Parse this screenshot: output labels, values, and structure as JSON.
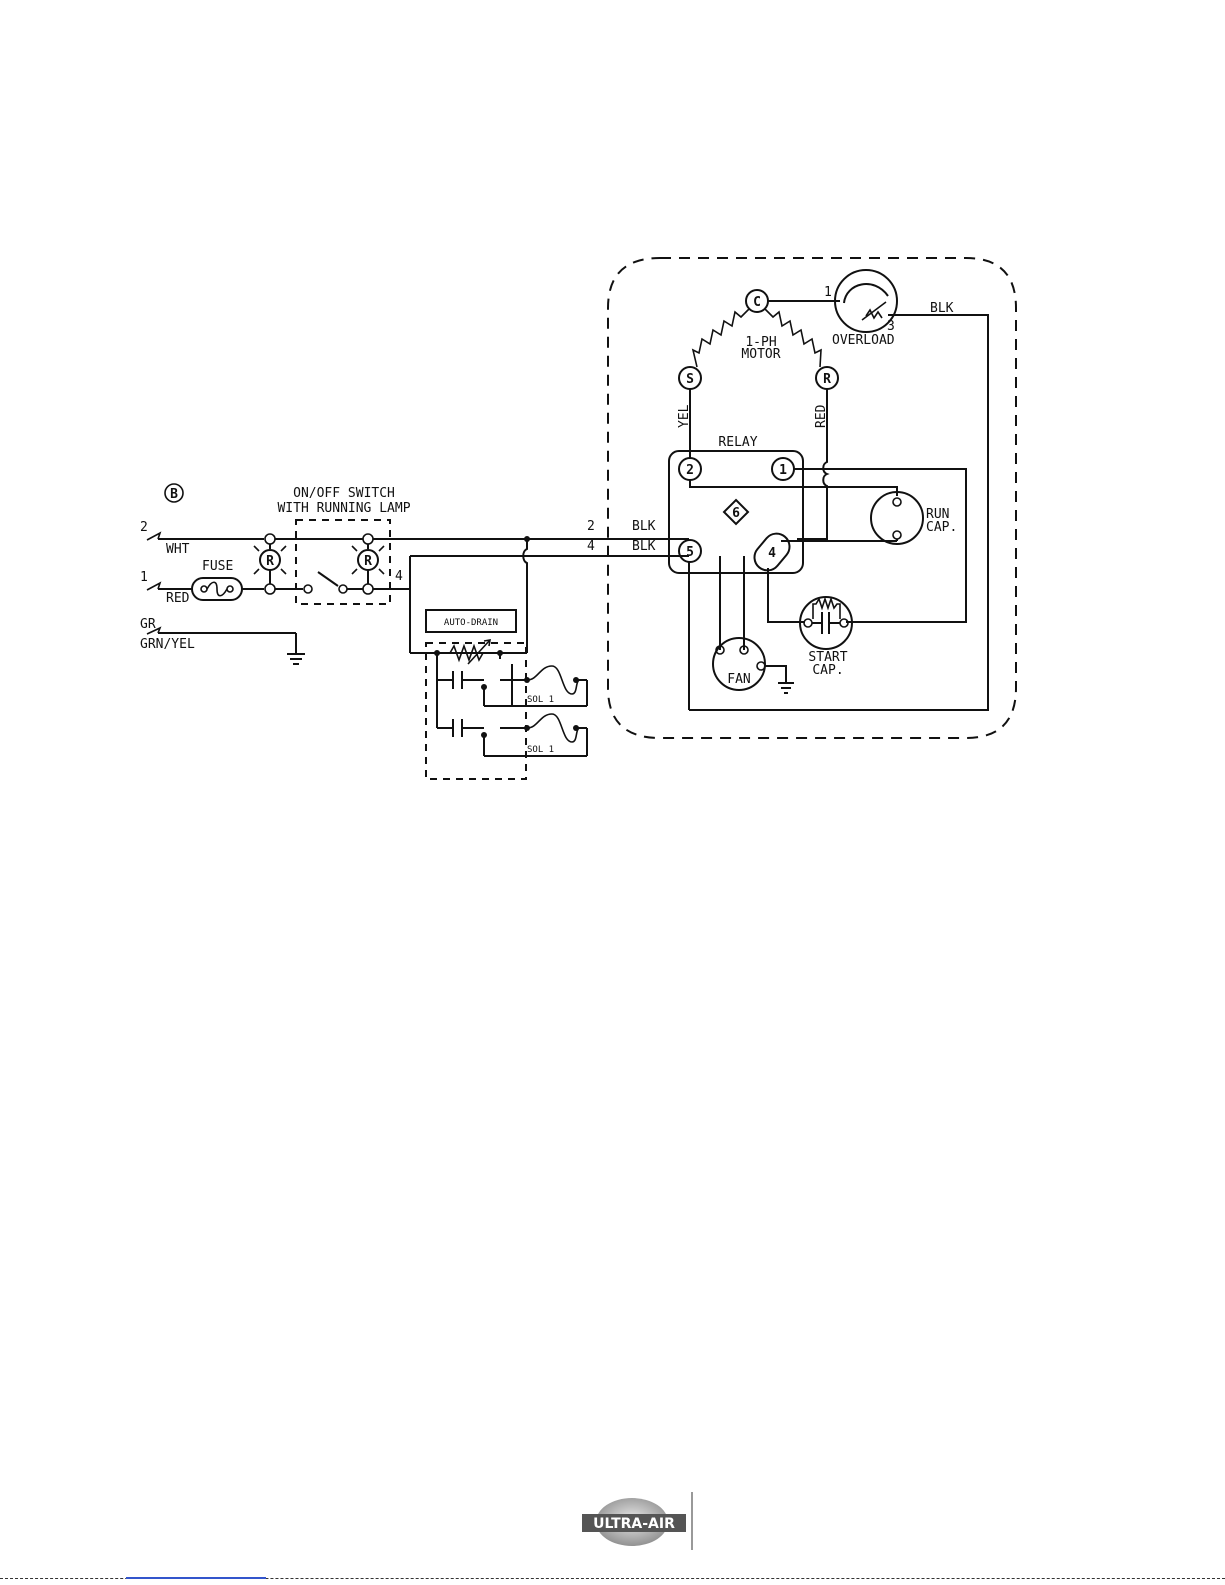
{
  "labels": {
    "section": "B",
    "switch_line1": "ON/OFF SWITCH",
    "switch_line2": "WITH RUNNING LAMP",
    "lamp": "R",
    "fuse": "FUSE",
    "in_wire_2_num": "2",
    "in_wire_2_color": "WHT",
    "in_wire_1_num": "1",
    "in_wire_1_color": "RED",
    "ground_1": "GR",
    "ground_2": "GRN/YEL",
    "term_4": "4",
    "wire_2_num": "2",
    "wire_2_color": "BLK",
    "wire_4_num": "4",
    "wire_4_color": "BLK",
    "auto_drain": "AUTO-DRAIN",
    "sol_a": "SOL 1",
    "sol_b": "SOL 1",
    "motor_c": "C",
    "motor_s": "S",
    "motor_r": "R",
    "motor_line1": "1-PH",
    "motor_line2": "MOTOR",
    "overload": "OVERLOAD",
    "overload_term_1": "1",
    "overload_term_3": "3",
    "wire_blk": "BLK",
    "wire_yel": "YEL",
    "wire_red": "RED",
    "relay": "RELAY",
    "relay_2": "2",
    "relay_1": "1",
    "relay_6": "6",
    "relay_5": "5",
    "relay_4": "4",
    "run_cap_1": "RUN",
    "run_cap_2": "CAP.",
    "start_cap_1": "START",
    "start_cap_2": "CAP.",
    "fan": "FAN"
  },
  "logo": {
    "text": "ULTRA-AIR",
    "icon": "ultra-air-logo"
  }
}
